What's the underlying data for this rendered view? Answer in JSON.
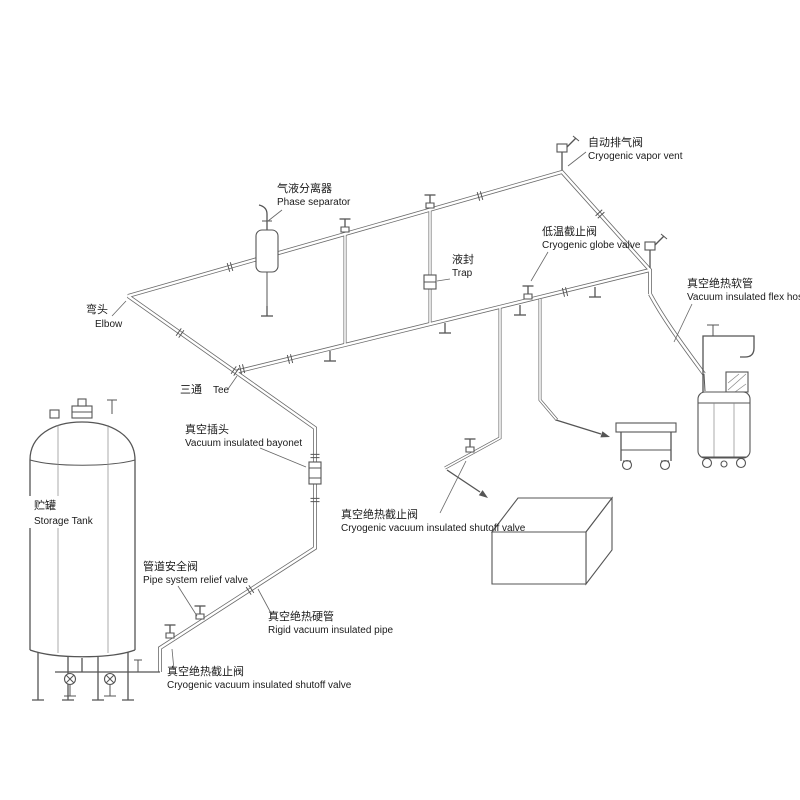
{
  "labels": {
    "vapor_vent": {
      "zh": "自动排气阀",
      "en": "Cryogenic vapor vent"
    },
    "phase_separator": {
      "zh": "气液分离器",
      "en": "Phase separator"
    },
    "globe_valve": {
      "zh": "低温截止阀",
      "en": "Cryogenic globe valve"
    },
    "trap": {
      "zh": "液封",
      "en": "Trap"
    },
    "flex_hose": {
      "zh": "真空绝热软管",
      "en": "Vacuum insulated flex hose"
    },
    "elbow": {
      "zh": "弯头",
      "en": "Elbow"
    },
    "tee": {
      "zh": "三通",
      "en": "Tee"
    },
    "bayonet": {
      "zh": "真空插头",
      "en": "Vacuum insulated bayonet"
    },
    "storage_tank": {
      "zh": "贮罐",
      "en": "Storage Tank"
    },
    "shutoff_mid": {
      "zh": "真空绝热截止阀",
      "en": "Cryogenic vacuum insulated shutoff valve"
    },
    "relief_valve": {
      "zh": "管道安全阀",
      "en": "Pipe system relief valve"
    },
    "rigid_pipe": {
      "zh": "真空绝热硬管",
      "en": "Rigid vacuum insulated pipe"
    },
    "shutoff_tank": {
      "zh": "真空绝热截止阀",
      "en": "Cryogenic vacuum insulated shutoff valve"
    }
  },
  "colors": {
    "line": "#555555",
    "pipe": "#6a6a6a",
    "background": "#ffffff",
    "text": "#1a1a1a"
  }
}
